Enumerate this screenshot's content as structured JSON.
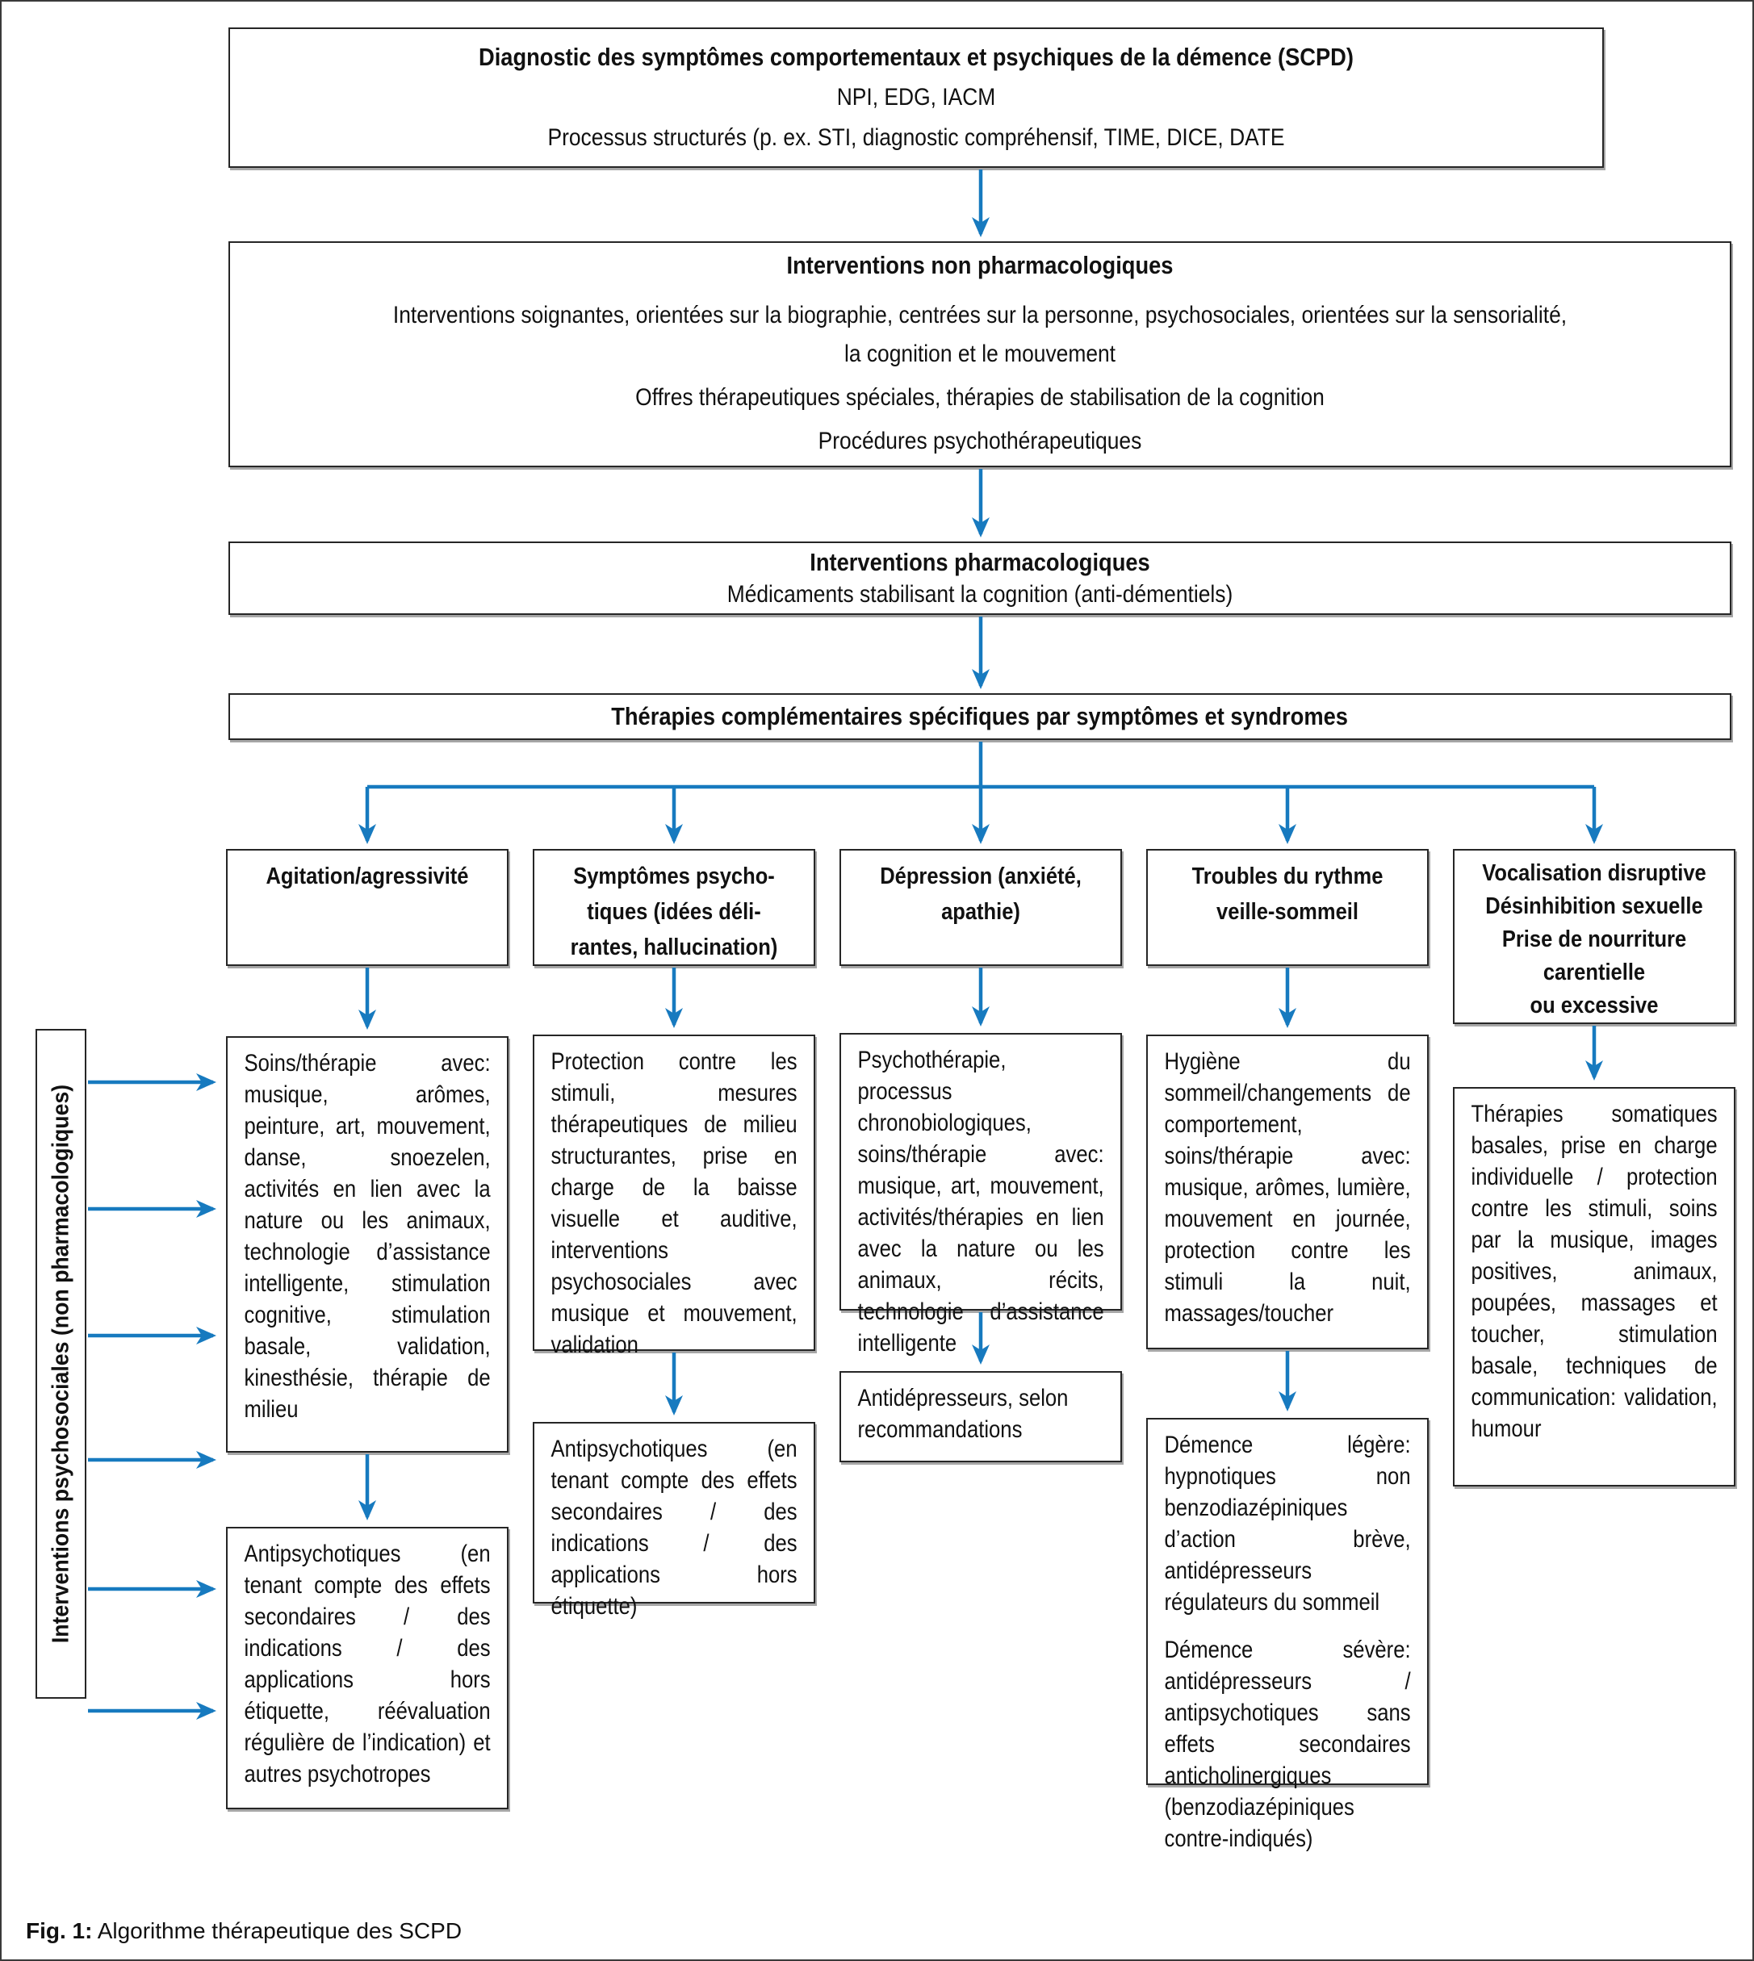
{
  "accent_color": "#177abf",
  "diagnostic_box": {
    "title": "Diagnostic des symptômes comportementaux et psychiques de la démence (SCPD)",
    "tools": "NPI, EDG, IACM",
    "process": "Processus structurés (p. ex. STI, diagnostic compréhensif, TIME, DICE, DATE"
  },
  "non_pharmacological_box": {
    "title": "Interventions non pharmacologiques",
    "line1a": "Interventions soignantes, orientées sur la biographie, centrées sur la personne, psychosociales, orientées sur la sensorialité,",
    "line1b": "la cognition et le mouvement",
    "line2": "Offres thérapeutiques spéciales, thérapies de stabilisation de la cognition",
    "line3": "Procédures psychothérapeutiques"
  },
  "pharmacological_box": {
    "title": "Interventions pharmacologiques",
    "subtitle": "Médicaments stabilisant la cognition (anti-démentiels)"
  },
  "complementary_box": {
    "title": "Thérapies complémentaires spécifiques par symptômes et syndromes"
  },
  "side_label": "Interventions psychosociales (non pharmacologiques)",
  "columns": [
    {
      "header_lines": [
        "Agitation/agressivité"
      ],
      "therapy": "Soins/thérapie avec: musique, arômes, peinture, art, mouvement, danse, snoezelen, activités en lien avec la nature ou les animaux, technologie d’assistance intelligente, stimulation cognitive, stimulation basale, validation, kinesthésie, thérapie de milieu",
      "medication": "Antipsychotiques (en tenant compte des effets secondaires / des indications / des applications hors étiquette, réévaluation régulière de l’indication) et autres psychotropes"
    },
    {
      "header_lines": [
        "Symptômes psycho-",
        "tiques (idées déli-",
        "rantes, hallucination)"
      ],
      "therapy": "Protection contre les stimuli, mesures thérapeutiques de milieu structurantes, prise en charge de la baisse visuelle et auditive, interventions psychosociales avec musique et mouvement, validation",
      "medication": "Antipsychotiques (en tenant compte des effets secondaires / des indications / des applications hors étiquette)"
    },
    {
      "header_lines": [
        "Dépression (anxiété,",
        "apathie)"
      ],
      "therapy": "Psychothérapie, processus chronobiologiques, soins/thérapie avec: musique, art, mouvement, activités/thérapies en lien avec la nature ou les animaux, récits, technologie d’assistance intelligente",
      "medication": "Antidépresseurs, selon recommandations"
    },
    {
      "header_lines": [
        "Troubles du rythme",
        "veille-sommeil"
      ],
      "therapy": "Hygiène du sommeil/changements de comportement, soins/thérapie avec: musique, arômes, lumière, mouvement en journée, protection contre les stimuli la nuit, massages/toucher",
      "medication_paragraphs": [
        "Démence légère: hypnotiques non benzodiazépiniques d’action brève, antidépresseurs régulateurs du sommeil",
        "Démence sévère: antidépresseurs / antipsychotiques sans effets secondaires anticholinergiques (benzodiazépiniques contre-indiqués)"
      ]
    },
    {
      "header_lines": [
        "Vocalisation disruptive",
        "Désinhibition sexuelle",
        "Prise de nourriture",
        "carentielle",
        "ou excessive"
      ],
      "therapy": "Thérapies somatiques basales, prise en charge individuelle / protection contre les stimuli, soins par la musique, images positives, animaux, poupées, massages et toucher, stimulation basale, techniques de communication: validation, humour"
    }
  ],
  "caption": {
    "prefix": "Fig. 1:",
    "text": " Algorithme thérapeutique des SCPD"
  }
}
